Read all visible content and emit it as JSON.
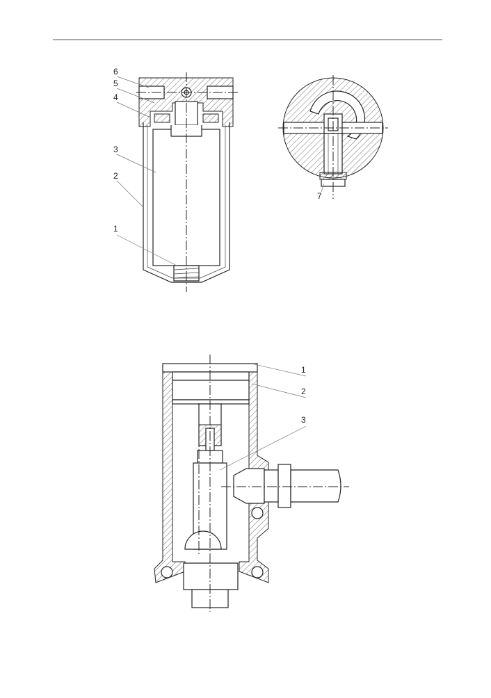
{
  "figure_top": {
    "labels": [
      "6",
      "5",
      "4",
      "3",
      "2",
      "1"
    ]
  },
  "figure_right": {
    "labels": [
      "7"
    ]
  },
  "figure_bottom": {
    "labels": [
      "1",
      "2",
      "3"
    ]
  }
}
